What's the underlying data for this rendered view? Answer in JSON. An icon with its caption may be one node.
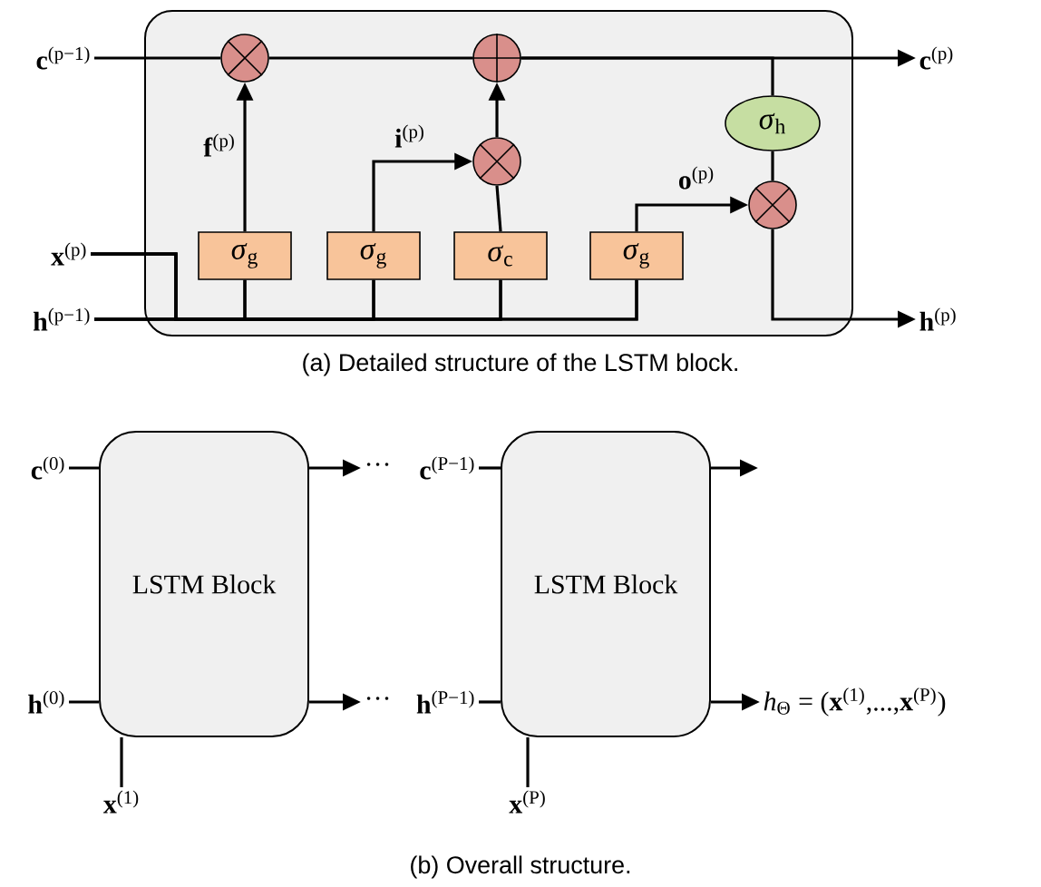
{
  "diagram": {
    "nodes": [
      {
        "text": [],
        "shape": "box"
      },
      {
        "text": [
          "**c**$^{(p−1)}$"
        ]
      },
      {
        "text": [
          "**x**$^{(p)}$"
        ]
      },
      {
        "text": [
          "**h**$^{(p−1)}$"
        ]
      },
      {
        "text": [],
        "shape": "circle",
        "in": 0
      },
      {
        "text": [],
        "shape": "circle",
        "in": 0
      },
      {
        "text": [],
        "shape": "circle",
        "in": 0
      },
      {
        "text": [
          "*σ*$_{h}$"
        ],
        "in": 0
      },
      {
        "text": [],
        "shape": "circle",
        "in": 0
      },
      {
        "text": [
          "*σ*$_{g}$"
        ],
        "in": 0
      },
      {
        "text": [
          "*σ*$_{g}$"
        ],
        "in": 0
      },
      {
        "text": [
          "*σ*$_{c}$"
        ],
        "in": 0
      },
      {
        "text": [
          "*σ*$_{g}$"
        ],
        "in": 0
      },
      {
        "text": [
          "**c**$^{(p)}$"
        ]
      },
      {
        "text": [
          "**h**$^{(p)}$"
        ]
      },
      {
        "text": [
          "LSTM Block"
        ]
      },
      {
        "text": [
          "LSTM Block"
        ]
      },
      {
        "text": [
          "**c**$^{(0)}$"
        ]
      },
      {
        "text": [
          "**h**$^{(0)}$"
        ]
      },
      {
        "text": [
          "**x**$^{(1)}$"
        ]
      },
      {
        "text": [
          "**c**$^{(P−1)}$"
        ]
      },
      {
        "text": [
          "**h**$^{(P−1)}$"
        ]
      },
      {
        "text": [
          "**x**$^{(P)}$"
        ]
      },
      {
        "text": [
          "*h*$_{Θ}$ = (**x**$^{(1)}$,...,**x**$^{(P)}$)"
        ]
      },
      {
        "text": [
          "···"
        ]
      },
      {
        "text": [
          "···"
        ]
      }
    ],
    "edges": [
      {
        "from": 1,
        "to": 4,
        "arrow": "none"
      },
      {
        "from": 4,
        "to": 5,
        "arrow": "none"
      },
      {
        "from": 5,
        "to": 13,
        "arrow": "to"
      },
      {
        "from": 9,
        "to": 4,
        "arrow": "to",
        "label": "**f**$^{(p)}$"
      },
      {
        "from": 10,
        "to": 6,
        "arrow": "to",
        "label": "**i**$^{(p)}$"
      },
      {
        "from": 11,
        "to": 6,
        "arrow": "none"
      },
      {
        "from": 6,
        "to": 5,
        "arrow": "to"
      },
      {
        "from": 5,
        "to": 7,
        "arrow": "none"
      },
      {
        "from": 7,
        "to": 8,
        "arrow": "none"
      },
      {
        "from": 12,
        "to": 8,
        "arrow": "to",
        "label": "**o**$^{(p)}$"
      },
      {
        "from": 8,
        "to": 14,
        "arrow": "to"
      },
      {
        "from": 3,
        "to": 9,
        "arrow": "none"
      },
      {
        "from": 3,
        "to": 10,
        "arrow": "none"
      },
      {
        "from": 3,
        "to": 11,
        "arrow": "none"
      },
      {
        "from": 3,
        "to": 12,
        "arrow": "none"
      },
      {
        "from": 2,
        "to": 9,
        "arrow": "none"
      },
      {
        "from": 2,
        "to": 10,
        "arrow": "none"
      },
      {
        "from": 2,
        "to": 11,
        "arrow": "none"
      },
      {
        "from": 2,
        "to": 12,
        "arrow": "none"
      },
      {
        "from": 17,
        "to": 15,
        "arrow": "none"
      },
      {
        "from": 18,
        "to": 15,
        "arrow": "none"
      },
      {
        "from": 19,
        "to": 15,
        "arrow": "none"
      },
      {
        "from": 15,
        "to": 24,
        "arrow": "to"
      },
      {
        "from": 15,
        "to": 25,
        "arrow": "to"
      },
      {
        "from": 20,
        "to": 16,
        "arrow": "none"
      },
      {
        "from": 21,
        "to": 16,
        "arrow": "none"
      },
      {
        "from": 22,
        "to": 16,
        "arrow": "none"
      },
      {
        "from": 16,
        "to": null,
        "arrow": "to"
      },
      {
        "from": 16,
        "to": 23,
        "arrow": "to"
      }
    ],
    "labels": [
      "(a) Detailed structure of the LSTM block.",
      "(b) Overall structure."
    ]
  }
}
